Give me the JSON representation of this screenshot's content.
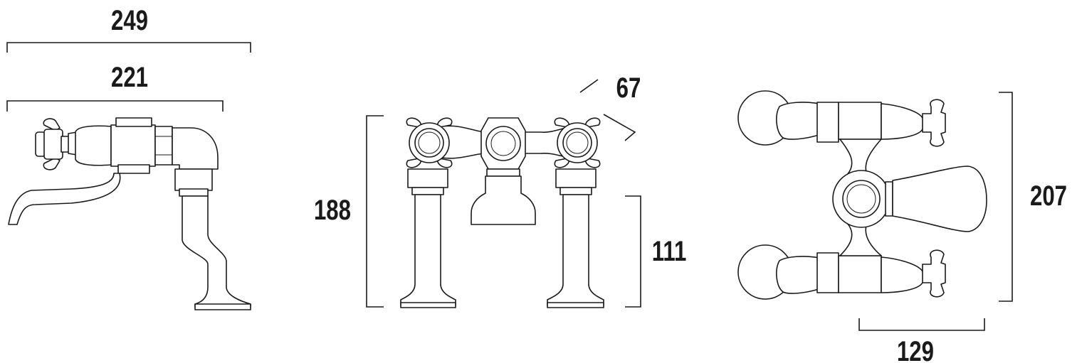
{
  "dimensions": {
    "overall_width": "249",
    "body_width": "221",
    "height": "188",
    "spout_angle": "67",
    "pillar_height": "111",
    "depth": "207",
    "centres": "129"
  },
  "colors": {
    "line": "#1a1a1a",
    "background": "#ffffff"
  }
}
